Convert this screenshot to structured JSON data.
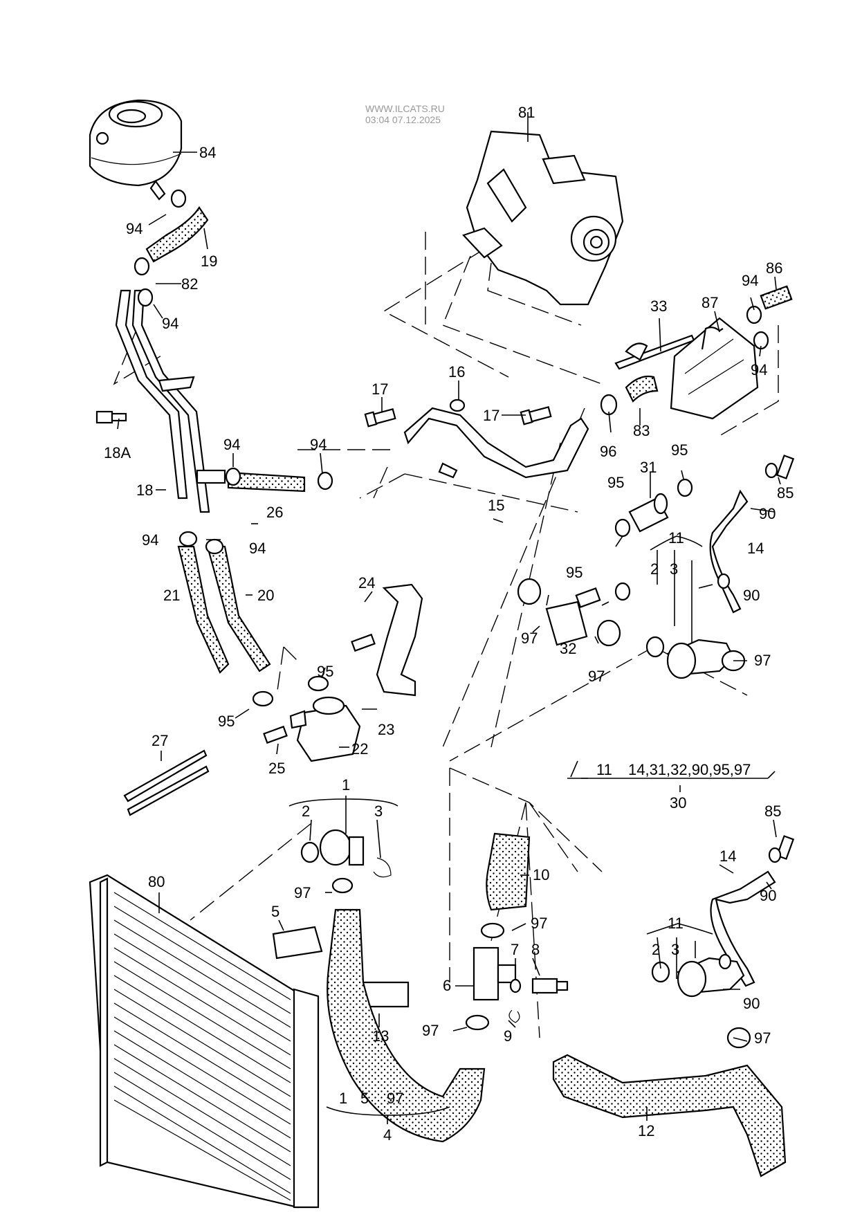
{
  "watermark": {
    "site": "WWW.ILCATS.RU",
    "stamp": "03:04 07.12.2025"
  },
  "callouts": [
    {
      "id": "c84",
      "text": "84"
    },
    {
      "id": "c81",
      "text": "81"
    },
    {
      "id": "c94a",
      "text": "94"
    },
    {
      "id": "c19",
      "text": "19"
    },
    {
      "id": "c82",
      "text": "82"
    },
    {
      "id": "c94b",
      "text": "94"
    },
    {
      "id": "c33",
      "text": "33"
    },
    {
      "id": "c87",
      "text": "87"
    },
    {
      "id": "c94c",
      "text": "94"
    },
    {
      "id": "c86",
      "text": "86"
    },
    {
      "id": "c94d",
      "text": "94"
    },
    {
      "id": "c17a",
      "text": "17"
    },
    {
      "id": "c16",
      "text": "16"
    },
    {
      "id": "c17b",
      "text": "17"
    },
    {
      "id": "c83",
      "text": "83"
    },
    {
      "id": "c96",
      "text": "96"
    },
    {
      "id": "c18A",
      "text": "18A"
    },
    {
      "id": "c94e",
      "text": "94"
    },
    {
      "id": "c94f",
      "text": "94"
    },
    {
      "id": "c95a",
      "text": "95"
    },
    {
      "id": "c31",
      "text": "31"
    },
    {
      "id": "c85a",
      "text": "85"
    },
    {
      "id": "c18",
      "text": "18"
    },
    {
      "id": "c26",
      "text": "26"
    },
    {
      "id": "c15",
      "text": "15"
    },
    {
      "id": "c95b",
      "text": "95"
    },
    {
      "id": "c90a",
      "text": "90"
    },
    {
      "id": "c94g",
      "text": "94"
    },
    {
      "id": "c94h",
      "text": "94"
    },
    {
      "id": "c11a",
      "text": "11"
    },
    {
      "id": "c14a",
      "text": "14"
    },
    {
      "id": "c2a",
      "text": "2"
    },
    {
      "id": "c3a",
      "text": "3"
    },
    {
      "id": "c20",
      "text": "20"
    },
    {
      "id": "c21",
      "text": "21"
    },
    {
      "id": "c95c",
      "text": "95"
    },
    {
      "id": "c90b",
      "text": "90"
    },
    {
      "id": "c24",
      "text": "24"
    },
    {
      "id": "c97a",
      "text": "97"
    },
    {
      "id": "c32",
      "text": "32"
    },
    {
      "id": "c97b",
      "text": "97"
    },
    {
      "id": "c97c",
      "text": "97"
    },
    {
      "id": "c95d",
      "text": "95"
    },
    {
      "id": "c95e",
      "text": "95"
    },
    {
      "id": "c23",
      "text": "23"
    },
    {
      "id": "c22",
      "text": "22"
    },
    {
      "id": "c25",
      "text": "25"
    },
    {
      "id": "c27",
      "text": "27"
    },
    {
      "id": "c11b",
      "text": "11"
    },
    {
      "id": "c30list",
      "text": "14,31,32,90,95,97"
    },
    {
      "id": "c30",
      "text": "30"
    },
    {
      "id": "c1a",
      "text": "1"
    },
    {
      "id": "c2b",
      "text": "2"
    },
    {
      "id": "c3b",
      "text": "3"
    },
    {
      "id": "c85b",
      "text": "85"
    },
    {
      "id": "c14b",
      "text": "14"
    },
    {
      "id": "c90c",
      "text": "90"
    },
    {
      "id": "c10",
      "text": "10"
    },
    {
      "id": "c80",
      "text": "80"
    },
    {
      "id": "c97d",
      "text": "97"
    },
    {
      "id": "c5a",
      "text": "5"
    },
    {
      "id": "c97e",
      "text": "97"
    },
    {
      "id": "c11c",
      "text": "11"
    },
    {
      "id": "c7",
      "text": "7"
    },
    {
      "id": "c8",
      "text": "8"
    },
    {
      "id": "c2c",
      "text": "2"
    },
    {
      "id": "c3c",
      "text": "3"
    },
    {
      "id": "c6",
      "text": "6"
    },
    {
      "id": "c90d",
      "text": "90"
    },
    {
      "id": "c13",
      "text": "13"
    },
    {
      "id": "c97f",
      "text": "97"
    },
    {
      "id": "c9",
      "text": "9"
    },
    {
      "id": "c97g",
      "text": "97"
    },
    {
      "id": "c1b",
      "text": "1"
    },
    {
      "id": "c5b",
      "text": "5"
    },
    {
      "id": "c97h",
      "text": "97"
    },
    {
      "id": "c12",
      "text": "12"
    },
    {
      "id": "c4",
      "text": "4"
    }
  ]
}
